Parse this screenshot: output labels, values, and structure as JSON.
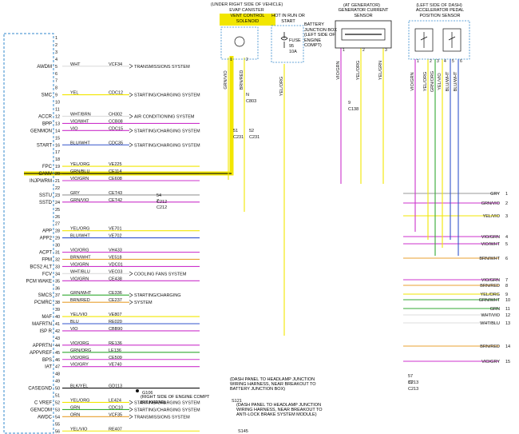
{
  "colors": {
    "yellow": "#f2e600",
    "violet": "#cc33cc",
    "blue": "#3355cc",
    "green": "#33aa33",
    "orange": "#e8a030",
    "gray": "#999999",
    "black": "#111111",
    "white": "#dddddd"
  },
  "ecm_pins": [
    {
      "pin": "1",
      "label": "",
      "wire": "",
      "circuit": "",
      "desc": "",
      "color": "",
      "highlight": false
    },
    {
      "pin": "2",
      "label": "",
      "wire": "",
      "circuit": "",
      "desc": "",
      "color": "",
      "highlight": false
    },
    {
      "pin": "3",
      "label": "",
      "wire": "",
      "circuit": "",
      "desc": "",
      "color": "",
      "highlight": false
    },
    {
      "pin": "4",
      "label": "",
      "wire": "",
      "circuit": "",
      "desc": "",
      "color": "",
      "highlight": false
    },
    {
      "pin": "5",
      "label": "AWDM",
      "wire": "WHT",
      "circuit": "VCF34",
      "desc": "TRANSMISSIONS SYSTEM",
      "color": "white",
      "highlight": false
    },
    {
      "pin": "6",
      "label": "",
      "wire": "",
      "circuit": "",
      "desc": "",
      "color": "",
      "highlight": false
    },
    {
      "pin": "7",
      "label": "",
      "wire": "",
      "circuit": "",
      "desc": "",
      "color": "",
      "highlight": false
    },
    {
      "pin": "8",
      "label": "",
      "wire": "",
      "circuit": "",
      "desc": "",
      "color": "",
      "highlight": false
    },
    {
      "pin": "9",
      "label": "SMC",
      "wire": "YEL",
      "circuit": "CDC12",
      "desc": "STARTING/CHARGING SYSTEM",
      "color": "yellow",
      "highlight": false
    },
    {
      "pin": "10",
      "label": "",
      "wire": "",
      "circuit": "",
      "desc": "",
      "color": "",
      "highlight": false
    },
    {
      "pin": "11",
      "label": "",
      "wire": "",
      "circuit": "",
      "desc": "",
      "color": "",
      "highlight": false
    },
    {
      "pin": "12",
      "label": "ACCR",
      "wire": "WHT/BRN",
      "circuit": "CH302",
      "desc": "AIR CONDITIONING SYSTEM",
      "color": "white",
      "highlight": false
    },
    {
      "pin": "13",
      "label": "BPP",
      "wire": "VIO/WHT",
      "circuit": "CCB08",
      "desc": "",
      "color": "violet",
      "highlight": false
    },
    {
      "pin": "14",
      "label": "GENMON",
      "wire": "VIO",
      "circuit": "CDC15",
      "desc": "STARTING/CHARGING SYSTEM",
      "color": "violet",
      "highlight": false
    },
    {
      "pin": "15",
      "label": "",
      "wire": "",
      "circuit": "",
      "desc": "",
      "color": "",
      "highlight": false
    },
    {
      "pin": "16",
      "label": "START",
      "wire": "BLU/WHT",
      "circuit": "CDC35",
      "desc": "STARTING/CHARGING SYSTEM",
      "color": "blue",
      "highlight": false
    },
    {
      "pin": "17",
      "label": "",
      "wire": "",
      "circuit": "",
      "desc": "",
      "color": "",
      "highlight": false
    },
    {
      "pin": "18",
      "label": "",
      "wire": "",
      "circuit": "",
      "desc": "",
      "color": "",
      "highlight": false
    },
    {
      "pin": "19",
      "label": "FPC",
      "wire": "YEL/ORG",
      "circuit": "VE225",
      "desc": "",
      "color": "yellow",
      "highlight": false
    },
    {
      "pin": "20",
      "label": "CANV",
      "wire": "GRN/BLU",
      "circuit": "CE114",
      "desc": "",
      "color": "black",
      "highlight": true
    },
    {
      "pin": "21",
      "label": "INJPWRM",
      "wire": "VIO/GRN",
      "circuit": "CE608",
      "desc": "",
      "color": "violet",
      "highlight": false
    },
    {
      "pin": "22",
      "label": "",
      "wire": "",
      "circuit": "",
      "desc": "",
      "color": "",
      "highlight": false
    },
    {
      "pin": "23",
      "label": "SSTU",
      "wire": "GRY",
      "circuit": "CET43",
      "desc": "",
      "color": "gray",
      "highlight": false
    },
    {
      "pin": "24",
      "label": "SSTD",
      "wire": "GRN/VIO",
      "circuit": "CET42",
      "desc": "",
      "color": "violet",
      "highlight": false
    },
    {
      "pin": "25",
      "label": "",
      "wire": "",
      "circuit": "",
      "desc": "",
      "color": "",
      "highlight": false
    },
    {
      "pin": "26",
      "label": "",
      "wire": "",
      "circuit": "",
      "desc": "",
      "color": "",
      "highlight": false
    },
    {
      "pin": "27",
      "label": "",
      "wire": "",
      "circuit": "",
      "desc": "",
      "color": "",
      "highlight": false
    },
    {
      "pin": "28",
      "label": "APP",
      "wire": "YEL/ORG",
      "circuit": "VE701",
      "desc": "",
      "color": "yellow",
      "highlight": false
    },
    {
      "pin": "29",
      "label": "APP2",
      "wire": "BLU/WHT",
      "circuit": "VE702",
      "desc": "",
      "color": "blue",
      "highlight": false
    },
    {
      "pin": "30",
      "label": "",
      "wire": "",
      "circuit": "",
      "desc": "",
      "color": "",
      "highlight": false
    },
    {
      "pin": "31",
      "label": "ACPT",
      "wire": "VIO/ORG",
      "circuit": "VH433",
      "desc": "",
      "color": "violet",
      "highlight": false
    },
    {
      "pin": "32",
      "label": "FPM",
      "wire": "BRN/WHT",
      "circuit": "VE518",
      "desc": "",
      "color": "orange",
      "highlight": false
    },
    {
      "pin": "33",
      "label": "BCS2 ALT",
      "wire": "VIO/GRN",
      "circuit": "VDC01",
      "desc": "",
      "color": "violet",
      "highlight": false
    },
    {
      "pin": "34",
      "label": "FCV",
      "wire": "WHT/BLU",
      "circuit": "VEC03",
      "desc": "COOLING FANS SYSTEM",
      "color": "white",
      "highlight": false
    },
    {
      "pin": "35",
      "label": "PCM WAKE",
      "wire": "VIO/GRN",
      "circuit": "CE438",
      "desc": "",
      "color": "violet",
      "highlight": false
    },
    {
      "pin": "36",
      "label": "",
      "wire": "",
      "circuit": "",
      "desc": "",
      "color": "",
      "highlight": false
    },
    {
      "pin": "37",
      "label": "SMCS",
      "wire": "GRN/WHT",
      "circuit": "CE336",
      "desc": "STARTING/CHARGING",
      "color": "green",
      "highlight": false
    },
    {
      "pin": "38",
      "label": "PCMRC",
      "wire": "BRN/RED",
      "circuit": "CE237",
      "desc": "SYSTEM",
      "color": "orange",
      "highlight": false
    },
    {
      "pin": "39",
      "label": "",
      "wire": "",
      "circuit": "",
      "desc": "",
      "color": "",
      "highlight": false
    },
    {
      "pin": "40",
      "label": "MAF",
      "wire": "YEL/VIO",
      "circuit": "VE807",
      "desc": "",
      "color": "yellow",
      "highlight": false
    },
    {
      "pin": "41",
      "label": "MAFRTN",
      "wire": "BLU",
      "circuit": "RE020",
      "desc": "",
      "color": "blue",
      "highlight": false
    },
    {
      "pin": "42",
      "label": "ISP R",
      "wire": "VIO",
      "circuit": "CBB90",
      "desc": "",
      "color": "violet",
      "highlight": false
    },
    {
      "pin": "43",
      "label": "",
      "wire": "",
      "circuit": "",
      "desc": "",
      "color": "",
      "highlight": false
    },
    {
      "pin": "44",
      "label": "APPRTN",
      "wire": "VIO/ORG",
      "circuit": "RE136",
      "desc": "",
      "color": "violet",
      "highlight": false
    },
    {
      "pin": "45",
      "label": "APPVREF",
      "wire": "GRN/ORG",
      "circuit": "LE136",
      "desc": "",
      "color": "green",
      "highlight": false
    },
    {
      "pin": "46",
      "label": "BPS",
      "wire": "VIO/ORG",
      "circuit": "CE509",
      "desc": "",
      "color": "violet",
      "highlight": false
    },
    {
      "pin": "47",
      "label": "IAT",
      "wire": "VIO/GRY",
      "circuit": "VE740",
      "desc": "",
      "color": "violet",
      "highlight": false
    },
    {
      "pin": "48",
      "label": "",
      "wire": "",
      "circuit": "",
      "desc": "",
      "color": "",
      "highlight": false
    },
    {
      "pin": "49",
      "label": "",
      "wire": "",
      "circuit": "",
      "desc": "",
      "color": "",
      "highlight": false
    },
    {
      "pin": "50",
      "label": "CASEGND",
      "wire": "BLK/YEL",
      "circuit": "GD113",
      "desc": "",
      "color": "black",
      "highlight": false
    },
    {
      "pin": "51",
      "label": "",
      "wire": "",
      "circuit": "",
      "desc": "",
      "color": "",
      "highlight": false
    },
    {
      "pin": "52",
      "label": "C VREF",
      "wire": "YEL/ORG",
      "circuit": "LE424",
      "desc": "STARTING/CHARGING SYSTEM",
      "color": "yellow",
      "highlight": false
    },
    {
      "pin": "53",
      "label": "GENCOM",
      "wire": "GRN",
      "circuit": "CDC10",
      "desc": "STARTING/CHARGING SYSTEM",
      "color": "green",
      "highlight": false
    },
    {
      "pin": "54",
      "label": "AWDC",
      "wire": "ORN",
      "circuit": "VCF35",
      "desc": "TRANSMISSIONS SYSTEM",
      "color": "orange",
      "highlight": false
    },
    {
      "pin": "55",
      "label": "",
      "wire": "",
      "circuit": "",
      "desc": "",
      "color": "",
      "highlight": false
    },
    {
      "pin": "56",
      "label": "",
      "wire": "YEL/VIO",
      "circuit": "RE407",
      "desc": "",
      "color": "yellow",
      "highlight": false
    }
  ],
  "right_pins": [
    {
      "pin": "1",
      "wire": "GRY",
      "color": "gray"
    },
    {
      "pin": "2",
      "wire": "GRN/VIO",
      "color": "violet"
    },
    {
      "pin": "3",
      "wire": "YEL/VIO",
      "color": "yellow"
    },
    {
      "pin": "4",
      "wire": "VIO/GRN",
      "color": "violet"
    },
    {
      "pin": "5",
      "wire": "VIO/WHT",
      "color": "violet"
    },
    {
      "pin": "6",
      "wire": "BRN/WHT",
      "color": "orange"
    },
    {
      "pin": "7",
      "wire": "VIO/GRN",
      "color": "violet"
    },
    {
      "pin": "8",
      "wire": "BRN/RED",
      "color": "orange"
    },
    {
      "pin": "9",
      "wire": "YEL/ORG",
      "color": "yellow"
    },
    {
      "pin": "10",
      "wire": "GRN/WHT",
      "color": "green"
    },
    {
      "pin": "11",
      "wire": "GRN",
      "color": "green"
    },
    {
      "pin": "12",
      "wire": "WHT/VIO",
      "color": "white"
    },
    {
      "pin": "13",
      "wire": "WHT/BLU",
      "color": "white"
    },
    {
      "pin": "14",
      "wire": "BRN/RED",
      "color": "orange"
    },
    {
      "pin": "15",
      "wire": "VIO/GRY",
      "color": "violet"
    }
  ],
  "components": {
    "evap_location": "(UNDER RIGHT SIDE OF VEHICLE)",
    "evap_name": "EVAP CANISTER",
    "vent_label": "VENT CONTROL SOLENOID",
    "fuse_header": "HOT IN RUN OR START",
    "fuse_name": "FUSE",
    "fuse_num": "95",
    "fuse_amp": "10A",
    "bjb_label": "BATTERY JUNCTION BOX (LEFT SIDE OF ENGINE COMPT)",
    "gen_location": "(AT GENERATOR)",
    "gen_name": "GENERATOR CURRENT SENSOR",
    "app_location": "(LEFT SIDE OF DASH)",
    "app_name": "ACCELERATOR PEDAL POSITION SENSOR",
    "ground_id": "G106",
    "ground_desc": "(RIGHT SIDE OF ENGINE COMPT BULKHEAD)",
    "splice1": "(DASH PANEL TO HEADLAMP JUNCTION WIRING HARNESS, NEAR BREAKOUT TO BATTERY JUNCTION BOX)",
    "splice1_id": "S121",
    "splice2": "(DASH PANEL TO HEADLAMP JUNCTION WIRING HARNESS, NEAR BREAKOUT TO ANTI-LOCK BRAKE SYSTEM MODULE)",
    "splice2_id": "S145"
  },
  "vertical_wires": [
    {
      "id": "evap-1",
      "wire": "GRN/VIO",
      "pin": "1",
      "color": "yellow"
    },
    {
      "id": "evap-2",
      "wire": "BRN/RED",
      "pin": "2",
      "color": "yellow"
    },
    {
      "id": "fuse",
      "wire": "YEL/ORG",
      "color": "yellow"
    },
    {
      "id": "gen-1",
      "wire": "VIO/GRN",
      "pin": "1",
      "color": "violet"
    },
    {
      "id": "gen-2",
      "wire": "YEL/ORG",
      "pin": "2",
      "color": "yellow"
    },
    {
      "id": "gen-3",
      "wire": "YEL/GRN",
      "pin": "3",
      "color": "yellow"
    },
    {
      "id": "app-1",
      "wire": "VIO/GRN",
      "pin": "1",
      "color": "violet"
    },
    {
      "id": "app-2",
      "wire": "YEL/ORG",
      "pin": "2",
      "color": "yellow"
    },
    {
      "id": "app-3",
      "wire": "GRN/ORG",
      "pin": "3",
      "color": "green"
    },
    {
      "id": "app-4",
      "wire": "YEL/VIO",
      "pin": "4",
      "color": "yellow"
    },
    {
      "id": "app-5",
      "wire": "BLU/WHT",
      "pin": "5",
      "color": "blue"
    },
    {
      "id": "app-6",
      "wire": "BLU/WHT",
      "pin": "6",
      "color": "blue"
    }
  ],
  "connectors": [
    {
      "id": "C803",
      "pin": "N"
    },
    {
      "id": "C231",
      "pin": "51"
    },
    {
      "id": "C231",
      "pin": "52"
    },
    {
      "id": "C138",
      "pin": "9"
    },
    {
      "id": "C212",
      "pin": "54"
    },
    {
      "id": "C212",
      "pin": "7"
    },
    {
      "id": "C213",
      "pin": "57"
    },
    {
      "id": "C213",
      "pin": "37"
    }
  ]
}
